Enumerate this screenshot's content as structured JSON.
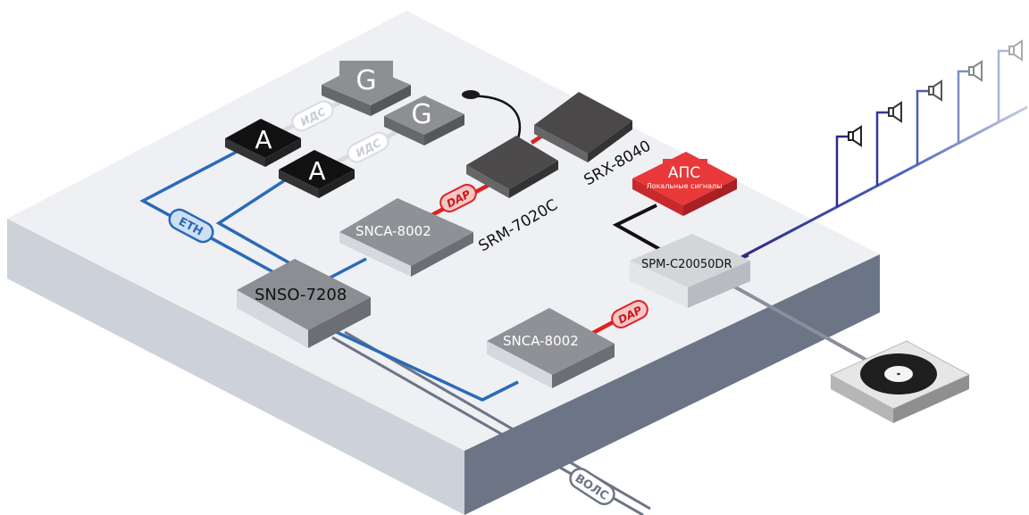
{
  "devices": {
    "g1": "G",
    "g2": "G",
    "a1": "A",
    "a2": "A",
    "snca_top": "SNCA-8002",
    "snca_bottom": "SNCA-8002",
    "snso": "SNSO-7208",
    "srm": "SRM-7020C",
    "srx": "SRX-8040",
    "aps_title": "АПС",
    "aps_subtitle": "Локальные сигналы",
    "spm": "SPM-C20050DR"
  },
  "links": {
    "ids1": "ИДС",
    "ids2": "ИДС",
    "dap1": "DAP",
    "dap2": "DAP",
    "eth": "ETH",
    "vols": "ВОЛС"
  },
  "colors": {
    "eth": "#2a6ab8",
    "dap": "#e02020",
    "aps": "#e8383a",
    "vols": "#6b7585",
    "speaker_line": "#2e2f8a"
  }
}
